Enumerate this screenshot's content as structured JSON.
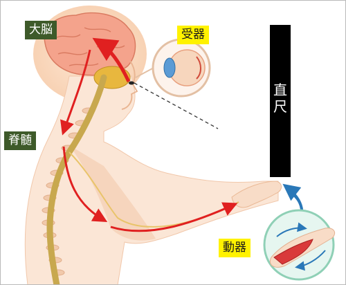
{
  "labels": {
    "brain": "大脳",
    "receptor": "受器",
    "spinal_cord": "脊髄",
    "ruler": "直尺",
    "effector": "動器"
  },
  "colors": {
    "label_dark_bg": "#3e5a2a",
    "label_yellow_bg": "#fff200",
    "signal_arrow": "#e02020",
    "movement_arrow": "#2a78b8",
    "ruler": "#000000",
    "skin": "#fbe6d6",
    "brain": "#f4a38c",
    "spinal_cord": "#c8a84e"
  }
}
